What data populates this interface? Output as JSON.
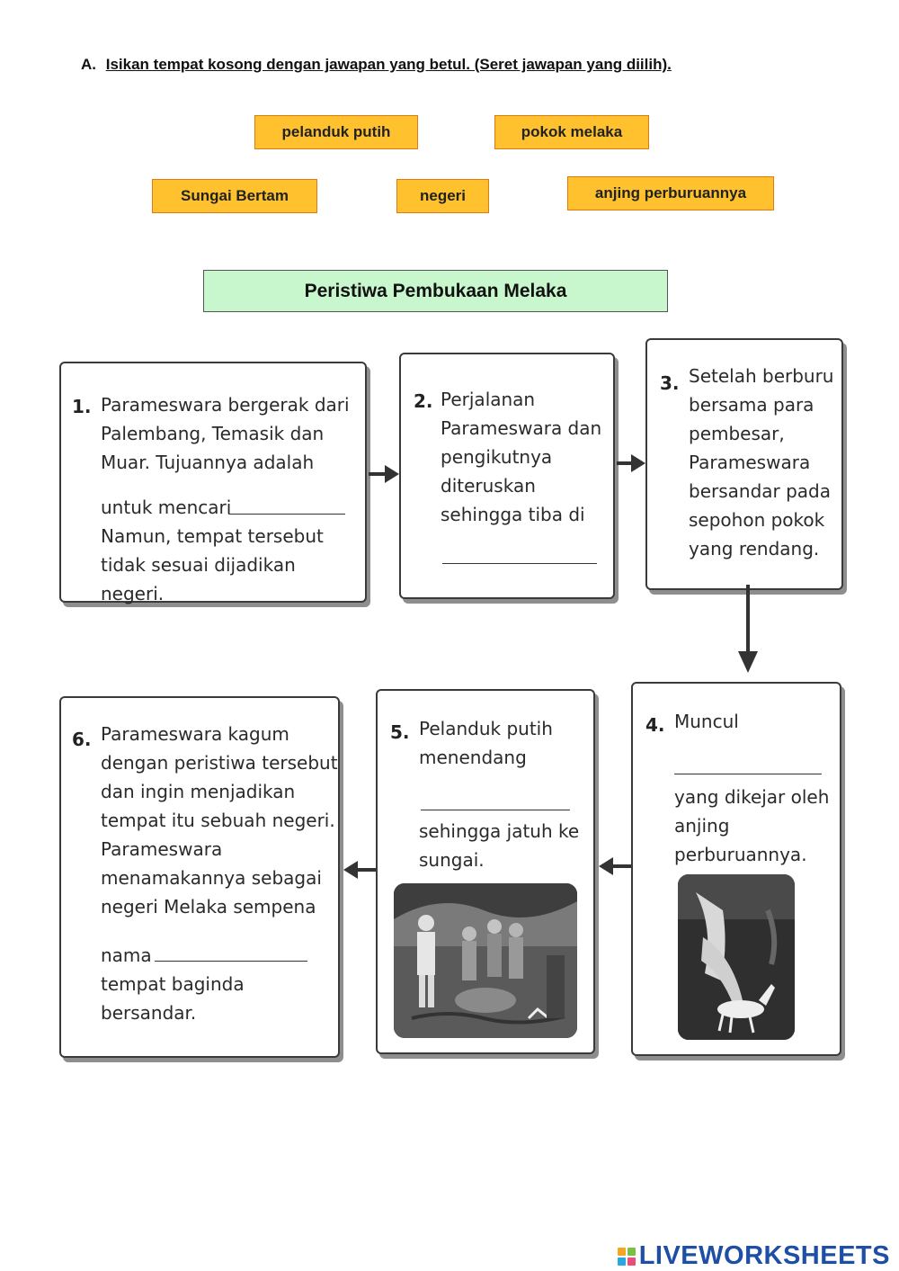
{
  "instruction": {
    "letter": "A.",
    "text": "Isikan tempat kosong dengan jawapan yang betul. (Seret jawapan yang diilih)."
  },
  "answer_chips": [
    {
      "label": "pelanduk putih"
    },
    {
      "label": "pokok melaka"
    },
    {
      "label": "Sungai Bertam"
    },
    {
      "label": "negeri"
    },
    {
      "label": "anjing perburuannya"
    }
  ],
  "title": "Peristiwa Pembukaan Melaka",
  "cards": {
    "c1": {
      "number": "1.",
      "text_a": "Parameswara bergerak  dari Palembang, Temasik  dan Muar. Tujuannya adalah",
      "text_b": "untuk mencari",
      "text_c": "Namun, tempat tersebut tidak sesuai dijadikan negeri."
    },
    "c2": {
      "number": "2.",
      "text_a": "Perjalanan Parameswara dan pengikutnya diteruskan sehingga tiba di"
    },
    "c3": {
      "number": "3.",
      "text_a": "Setelah berburu bersama para pembesar, Parameswara bersandar pada sepohon pokok yang rendang."
    },
    "c4": {
      "number": "4.",
      "text_a": "Muncul",
      "text_b": "yang dikejar oleh anjing perburuannya."
    },
    "c5": {
      "number": "5.",
      "text_a": "Pelanduk putih menendang",
      "text_b": "sehingga jatuh ke sungai."
    },
    "c6": {
      "number": "6.",
      "text_a": "Parameswara kagum dengan peristiwa tersebut dan ingin menjadikan tempat itu sebuah negeri. Parameswara menamakannya sebagai negeri Melaka  sempena",
      "text_b": "nama",
      "text_c": "tempat baginda bersandar."
    }
  },
  "brand": {
    "name": "LIVEWORKSHEETS",
    "color": "#1e4fa6"
  },
  "colors": {
    "chip_fill": "#ffc22e",
    "chip_border": "#e07a10",
    "title_fill": "#c8f7cd"
  }
}
